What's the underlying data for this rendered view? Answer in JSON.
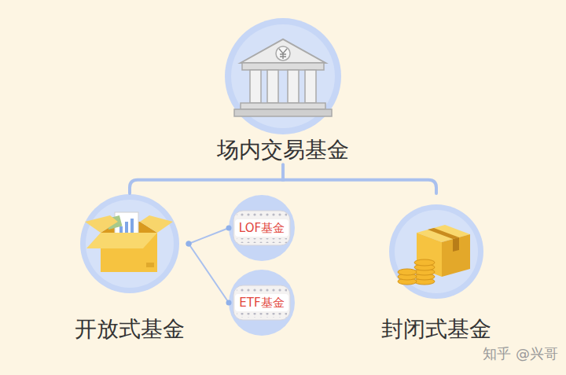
{
  "diagram": {
    "nodes": [
      {
        "text": [
          "场内交易基金"
        ]
      },
      {
        "text": [
          "开放式基金"
        ]
      },
      {
        "text": [
          "LOF基金"
        ]
      },
      {
        "text": [
          "ETF基金"
        ]
      },
      {
        "text": [
          "封闭式基金"
        ]
      }
    ],
    "edges": [
      {
        "from": 0,
        "to": 1,
        "arrow": "none"
      },
      {
        "from": 0,
        "to": 4,
        "arrow": "none"
      },
      {
        "from": 1,
        "to": 2,
        "arrow": "none"
      },
      {
        "from": 1,
        "to": 3,
        "arrow": "none"
      }
    ],
    "labels": [
      "知乎 @兴哥"
    ]
  }
}
